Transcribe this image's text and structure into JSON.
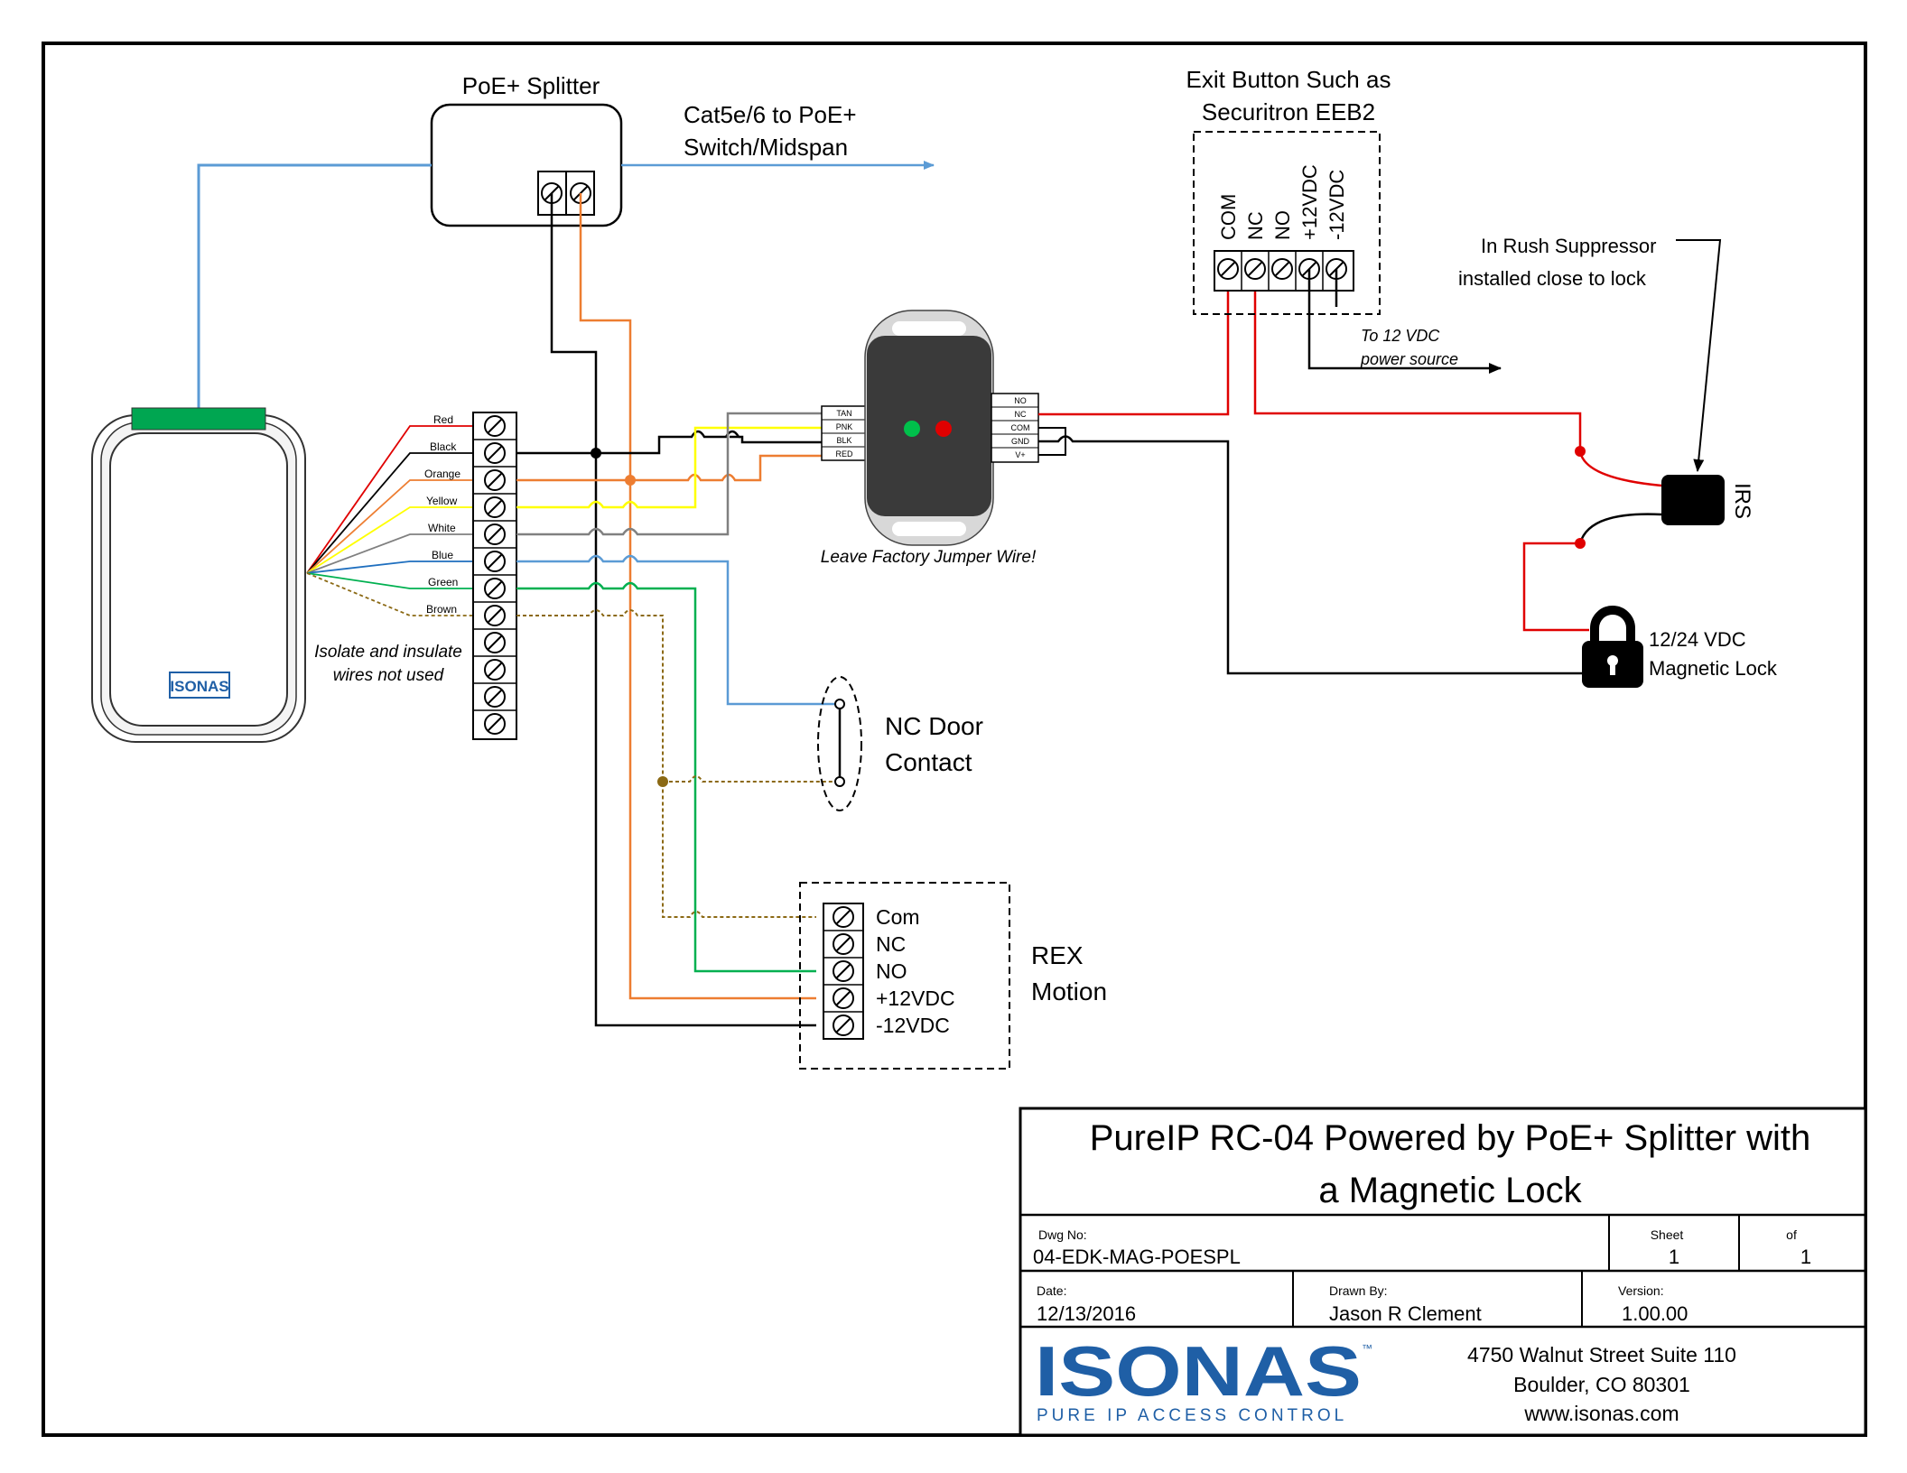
{
  "splitter": {
    "title": "PoE+ Splitter",
    "link_line1": "Cat5e/6 to PoE+",
    "link_line2": "Switch/Midspan"
  },
  "reader": {
    "logo": "ISONAS",
    "note_line1": "Isolate and insulate",
    "note_line2": "wires not used",
    "wires": [
      "Red",
      "Black",
      "Orange",
      "Yellow",
      "White",
      "Blue",
      "Green",
      "Brown"
    ]
  },
  "relay": {
    "left_pins": [
      "TAN",
      "PNK",
      "BLK",
      "RED"
    ],
    "right_pins": [
      "NO",
      "NC",
      "COM",
      "GND",
      "V+"
    ],
    "note": "Leave Factory Jumper Wire!"
  },
  "exit_button": {
    "title_line1": "Exit Button Such as",
    "title_line2": "Securitron EEB2",
    "terminals": [
      "COM",
      "NC",
      "NO",
      "+12VDC",
      "-12VDC"
    ],
    "power_line1": "To 12 VDC",
    "power_line2": "power source"
  },
  "irs": {
    "note_line1": "In Rush Suppressor",
    "note_line2": "installed close to lock",
    "label": "IRS"
  },
  "lock": {
    "line1": "12/24 VDC",
    "line2": "Magnetic Lock"
  },
  "door_contact": {
    "line1": "NC Door",
    "line2": "Contact"
  },
  "rex": {
    "terminals": [
      "Com",
      "NC",
      "NO",
      "+12VDC",
      "-12VDC"
    ],
    "line1": "REX",
    "line2": "Motion"
  },
  "title_block": {
    "title_line1": "PureIP RC-04 Powered by PoE+ Splitter with",
    "title_line2": "a Magnetic Lock",
    "dwg_no_label": "Dwg No:",
    "dwg_no": "04-EDK-MAG-POESPL",
    "sheet_label": "Sheet",
    "sheet": "1",
    "of_label": "of",
    "of": "1",
    "date_label": "Date:",
    "date": "12/13/2016",
    "drawn_by_label": "Drawn By:",
    "drawn_by": "Jason R Clement",
    "version_label": "Version:",
    "version": "1.00.00",
    "logo": "ISONAS",
    "logo_tm": "™",
    "tagline": "PURE IP ACCESS CONTROL",
    "address1": "4750 Walnut Street Suite 110",
    "address2": "Boulder, CO 80301",
    "website": "www.isonas.com"
  },
  "colors": {
    "red": "#e00000",
    "black": "#000000",
    "orange": "#ed7d31",
    "yellow": "#ffff00",
    "white_wire": "#808080",
    "blue": "#5b9bd5",
    "green": "#00b050",
    "brown": "#8b6914",
    "reader_led": "#00a651",
    "brand_blue": "#1f5fa6"
  }
}
